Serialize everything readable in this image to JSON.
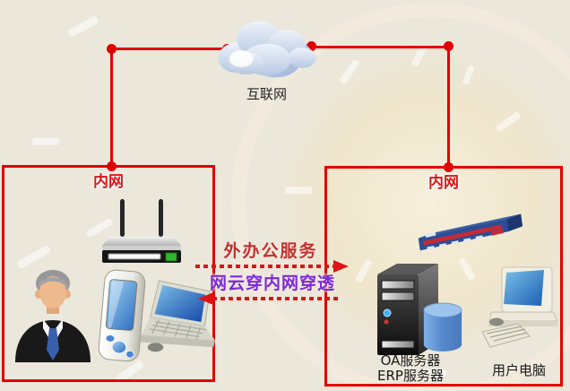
{
  "diagram": {
    "type": "network-topology",
    "internet": {
      "label": "互联网"
    },
    "left_lan": {
      "label": "内网",
      "devices": [
        "wireless-router",
        "businessman",
        "pda-phone",
        "laptop"
      ]
    },
    "right_lan": {
      "label": "内网",
      "devices": [
        "firewall-appliance",
        "server-tower",
        "database",
        "desktop-pc"
      ],
      "server_line1": "OA服务器",
      "server_line2": "ERP服务器",
      "pc_label": "用户电脑"
    },
    "flows": {
      "outbound_label": "外办公服务",
      "return_label": "网云穿内网穿透"
    },
    "colors": {
      "link_red": "#e40000",
      "lan_label_red": "#d81818",
      "outbound_red": "#c52f2f",
      "return_purple": "#7d2ad6",
      "background": "#ebe7db"
    }
  }
}
